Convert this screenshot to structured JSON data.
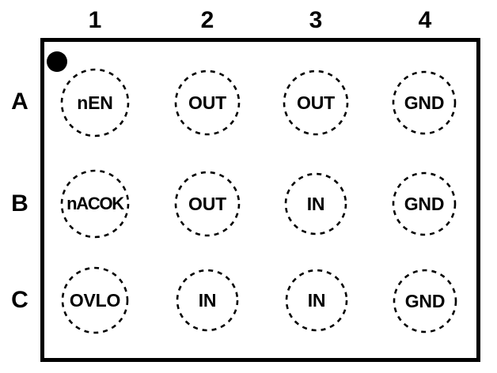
{
  "diagram": {
    "type": "package-pinout",
    "background_color": "#ffffff",
    "line_color": "#000000",
    "column_headers": [
      "1",
      "2",
      "3",
      "4"
    ],
    "row_headers": [
      "A",
      "B",
      "C"
    ],
    "pin1_indicator": "filled-dot",
    "pads": [
      {
        "ref": "A1",
        "row": "A",
        "col": "1",
        "label": "nEN"
      },
      {
        "ref": "A2",
        "row": "A",
        "col": "2",
        "label": "OUT"
      },
      {
        "ref": "A3",
        "row": "A",
        "col": "3",
        "label": "OUT"
      },
      {
        "ref": "A4",
        "row": "A",
        "col": "4",
        "label": "GND"
      },
      {
        "ref": "B1",
        "row": "B",
        "col": "1",
        "label": "nACOK"
      },
      {
        "ref": "B2",
        "row": "B",
        "col": "2",
        "label": "OUT"
      },
      {
        "ref": "B3",
        "row": "B",
        "col": "3",
        "label": "IN"
      },
      {
        "ref": "B4",
        "row": "B",
        "col": "4",
        "label": "GND"
      },
      {
        "ref": "C1",
        "row": "C",
        "col": "1",
        "label": "OVLO"
      },
      {
        "ref": "C2",
        "row": "C",
        "col": "2",
        "label": "IN"
      },
      {
        "ref": "C3",
        "row": "C",
        "col": "3",
        "label": "IN"
      },
      {
        "ref": "C4",
        "row": "C",
        "col": "4",
        "label": "GND"
      }
    ]
  }
}
